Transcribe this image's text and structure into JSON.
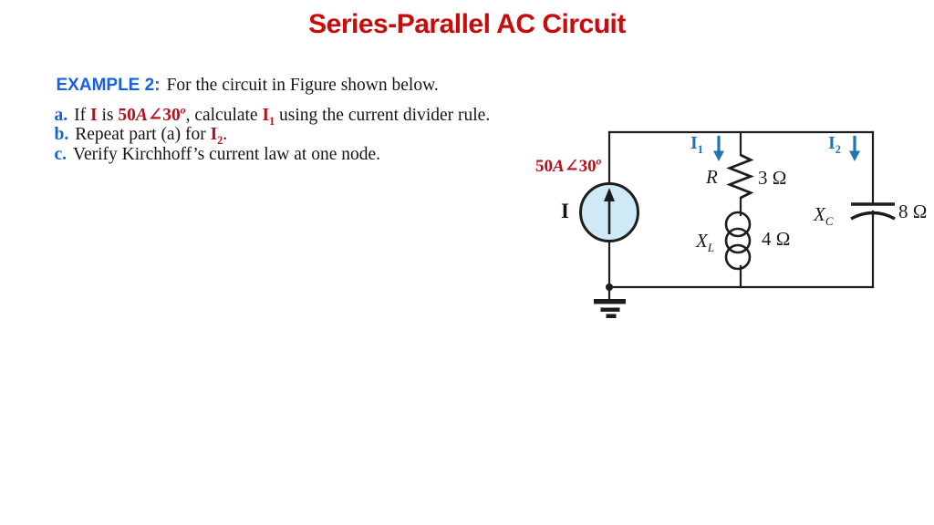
{
  "title": "Series-Parallel AC Circuit",
  "example": {
    "label": "EXAMPLE 2:",
    "text": "For the circuit in Figure shown below."
  },
  "items": {
    "a": {
      "label": "a.",
      "t1": "If ",
      "sym_I": "I",
      "t2": " is ",
      "t3": ", calculate ",
      "sym_I1": "I",
      "sym_I1_sub": "1",
      "t4": " using the current divider rule."
    },
    "b": {
      "label": "b.",
      "t1": "Repeat part (a) for ",
      "sym_I2": "I",
      "sym_I2_sub": "2",
      "t2": "."
    },
    "c": {
      "label": "c.",
      "t1": "Verify Kirchhoff’s current law at one node."
    }
  },
  "phasor": {
    "num1": "50",
    "var": "A",
    "angle": "∠",
    "num2": "30",
    "sup": "o"
  },
  "circuit": {
    "source_label": "I",
    "i1": {
      "sym": "I",
      "sub": "1"
    },
    "i2": {
      "sym": "I",
      "sub": "2"
    },
    "resistor": {
      "sym": "R",
      "value": "3 Ω"
    },
    "inductor": {
      "sym": "X",
      "sub": "L",
      "value": "4 Ω"
    },
    "capacitor": {
      "sym": "X",
      "sub": "C",
      "value": "8 Ω"
    }
  },
  "colors": {
    "title_red": "#c90b0b",
    "example_blue": "#1560e8",
    "item_blue": "#1661cf",
    "red_text": "#b8101a",
    "arrow_blue": "#2173b8",
    "source_fill": "#cfe9f7",
    "wire": "#1d1d1b"
  }
}
